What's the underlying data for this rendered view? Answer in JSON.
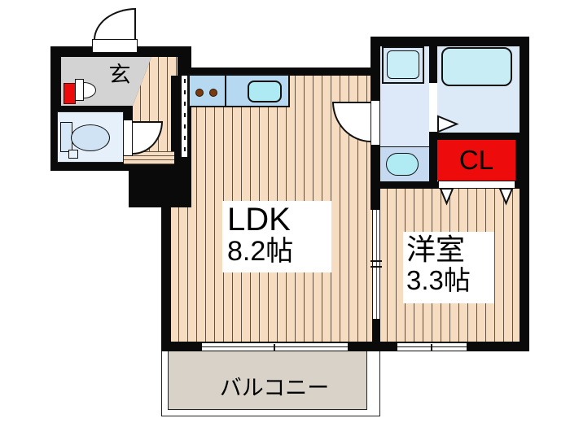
{
  "rooms": {
    "entrance": {
      "label": "玄"
    },
    "ldk": {
      "name": "LDK",
      "size": "8.2帖"
    },
    "western": {
      "name": "洋室",
      "size": "3.3帖"
    },
    "closet": {
      "label": "CL"
    },
    "balcony": {
      "label": "バルコニー"
    }
  },
  "fixtures": {
    "toilet": "toilet-icon",
    "stove": "stove-burners-icon",
    "kitchen_sink": "kitchen-sink-icon",
    "washing_machine": "washing-machine-icon",
    "washbasin": "washbasin-icon",
    "bathtub": "bathtub-icon"
  },
  "colors": {
    "wall": "#0a0a0a",
    "wood_floor": "#f6dcc1",
    "closet_red": "#ee0b0b",
    "kitchen_counter": "#b7d8f1",
    "water_fixture": "#c9eef7",
    "genkan_gray": "#d3d3d3",
    "balcony_beige": "#d9d2c8",
    "tile_blue": "#dde9f8"
  }
}
